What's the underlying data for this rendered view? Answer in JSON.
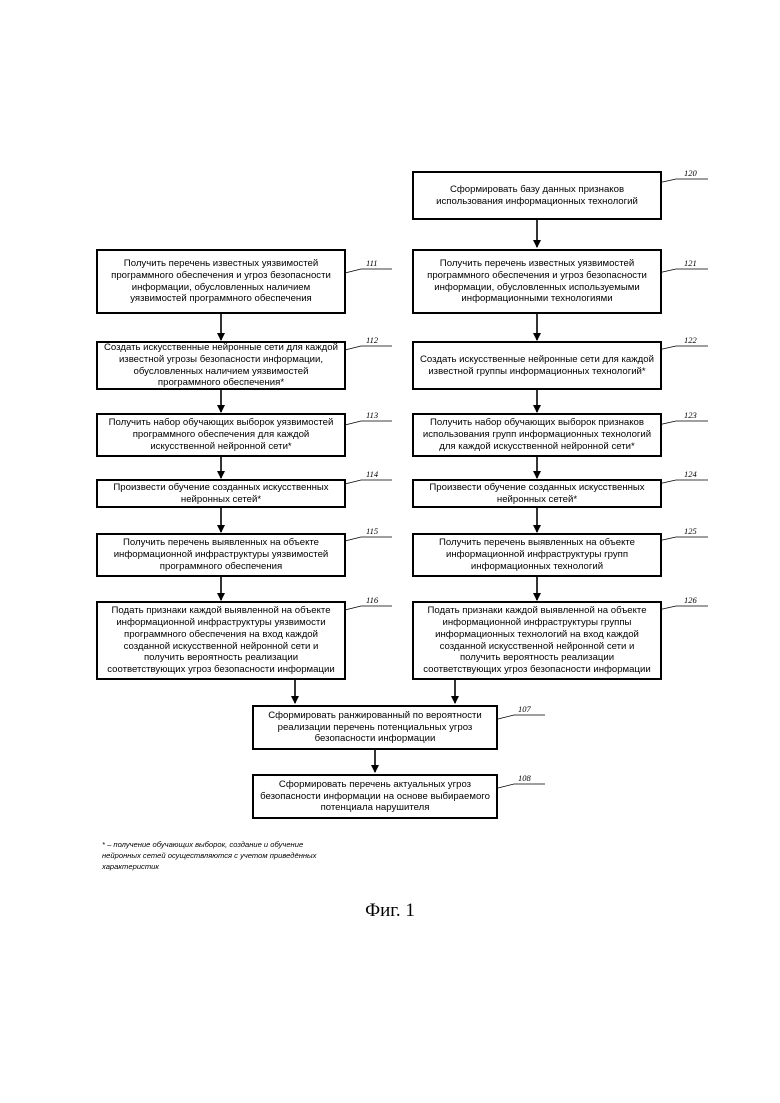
{
  "left_column": [
    {
      "id": "111",
      "text": "Получить перечень известных уязвимостей программного обеспечения и угроз безопасности информации, обусловленных наличием уязвимостей программного обеспечения"
    },
    {
      "id": "112",
      "text": "Создать искусственные нейронные сети для каждой известной угрозы безопасности информации, обусловленных наличием уязвимостей программного обеспечения*"
    },
    {
      "id": "113",
      "text": "Получить набор обучающих выборок уязвимостей программного обеспечения для каждой искусственной нейронной сети*"
    },
    {
      "id": "114",
      "text": "Произвести обучение созданных искусственных нейронных сетей*"
    },
    {
      "id": "115",
      "text": "Получить перечень выявленных на объекте информационной инфраструктуры уязвимостей программного обеспечения"
    },
    {
      "id": "116",
      "text": "Подать признаки каждой выявленной на объекте информационной инфраструктуры уязвимости программного обеспечения на вход каждой созданной искусственной нейронной сети и получить вероятность реализации соответствующих угроз безопасности информации"
    }
  ],
  "right_column": [
    {
      "id": "120",
      "text": "Сформировать базу данных признаков использования информационных технологий"
    },
    {
      "id": "121",
      "text": "Получить перечень известных уязвимостей программного обеспечения и угроз безопасности информации, обусловленных используемыми информационными технологиями"
    },
    {
      "id": "122",
      "text": "Создать искусственные нейронные сети для каждой известной группы информационных технологий*"
    },
    {
      "id": "123",
      "text": "Получить набор обучающих выборок признаков использования групп информационных технологий для каждой искусственной нейронной сети*"
    },
    {
      "id": "124",
      "text": "Произвести обучение созданных искусственных нейронных сетей*"
    },
    {
      "id": "125",
      "text": "Получить перечень выявленных на объекте информационной инфраструктуры групп информационных технологий"
    },
    {
      "id": "126",
      "text": "Подать признаки каждой выявленной на объекте информационной инфраструктуры группы информационных технологий на вход каждой созданной искусственной нейронной сети и получить вероятность реализации соответствующих угроз безопасности информации"
    }
  ],
  "bottom": [
    {
      "id": "107",
      "text": "Сформировать ранжированный по вероятности реализации перечень потенциальных угроз безопасности информации"
    },
    {
      "id": "108",
      "text": "Сформировать перечень актуальных угроз безопасности информации на основе выбираемого потенциала нарушителя"
    }
  ],
  "footnote": "* – получение обучающих выборок, создание и обучение нейронных сетей осуществляются с учетом приведённых характеристик",
  "figure_caption": "Фиг. 1"
}
